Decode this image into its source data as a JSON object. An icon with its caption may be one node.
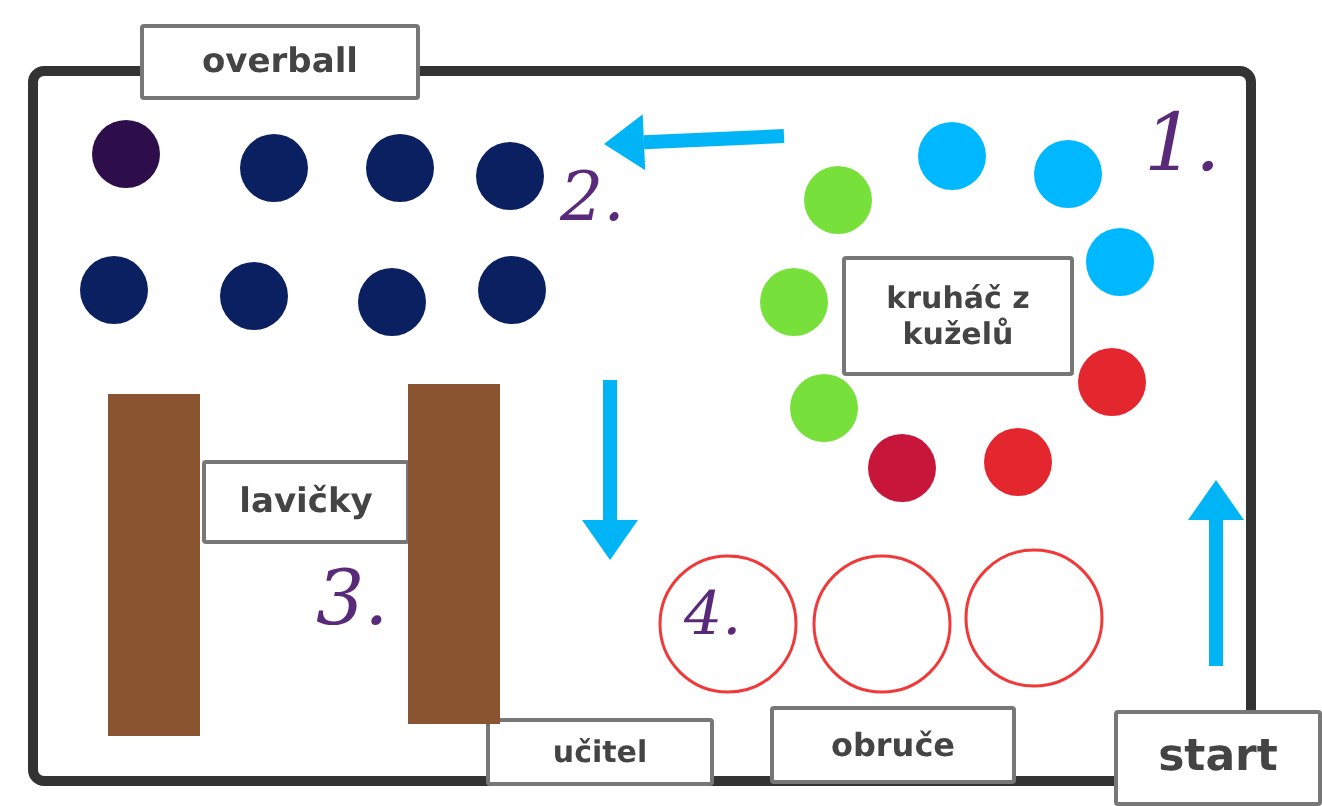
{
  "diagram": {
    "nodes": [
      {
        "text": [
          "overball"
        ]
      },
      {
        "text": [
          "kruháč z kuželů"
        ]
      },
      {
        "text": [
          "lavičky"
        ]
      },
      {
        "text": [
          "učitel"
        ]
      },
      {
        "text": [
          "obruče"
        ]
      },
      {
        "text": [
          "start"
        ]
      },
      {
        "text": [],
        "shape": "bar"
      },
      {
        "text": [],
        "shape": "bar"
      }
    ],
    "labels": [
      "1.",
      "2.",
      "3.",
      "4."
    ]
  }
}
